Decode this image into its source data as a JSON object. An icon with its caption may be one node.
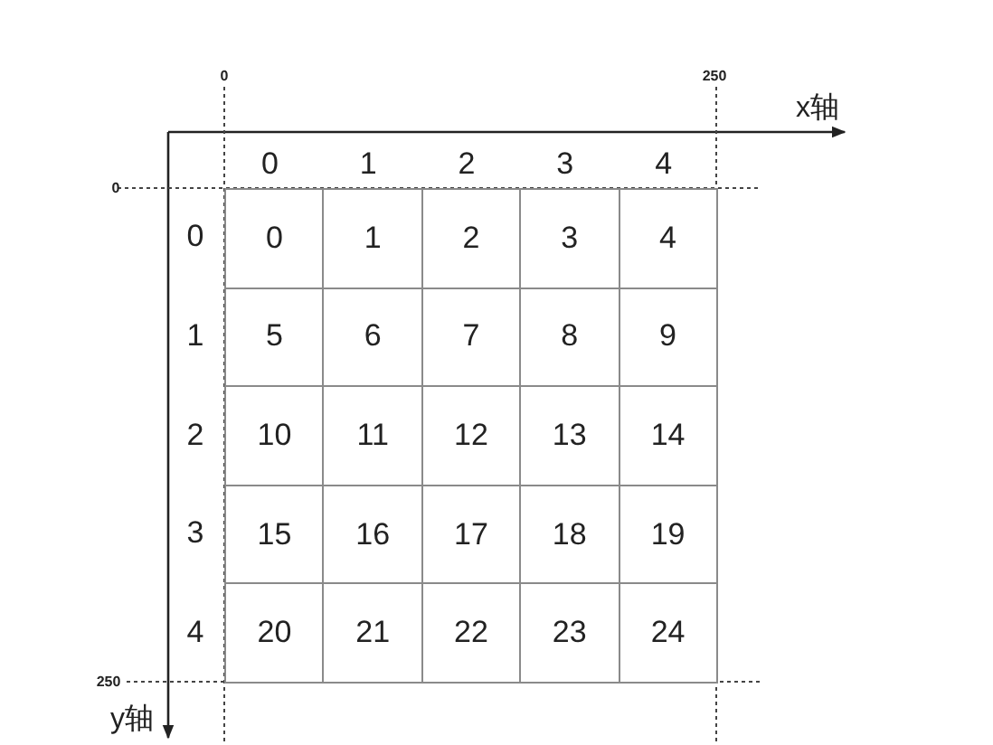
{
  "diagram": {
    "nodes": [
      {
        "text": [
          "0"
        ]
      },
      {
        "text": [
          "1"
        ]
      },
      {
        "text": [
          "2"
        ]
      },
      {
        "text": [
          "3"
        ]
      },
      {
        "text": [
          "4"
        ]
      },
      {
        "text": [
          "5"
        ]
      },
      {
        "text": [
          "6"
        ]
      },
      {
        "text": [
          "7"
        ]
      },
      {
        "text": [
          "8"
        ]
      },
      {
        "text": [
          "9"
        ]
      },
      {
        "text": [
          "10"
        ]
      },
      {
        "text": [
          "11"
        ]
      },
      {
        "text": [
          "12"
        ]
      },
      {
        "text": [
          "13"
        ]
      },
      {
        "text": [
          "14"
        ]
      },
      {
        "text": [
          "15"
        ]
      },
      {
        "text": [
          "16"
        ]
      },
      {
        "text": [
          "17"
        ]
      },
      {
        "text": [
          "18"
        ]
      },
      {
        "text": [
          "19"
        ]
      },
      {
        "text": [
          "20"
        ]
      },
      {
        "text": [
          "21"
        ]
      },
      {
        "text": [
          "22"
        ]
      },
      {
        "text": [
          "23"
        ]
      },
      {
        "text": [
          "24"
        ]
      }
    ],
    "labels": [
      "0",
      "250",
      "x轴",
      "0",
      "1",
      "2",
      "3",
      "4",
      "0",
      "0",
      "1",
      "2",
      "3",
      "4",
      "250",
      "y轴"
    ]
  }
}
